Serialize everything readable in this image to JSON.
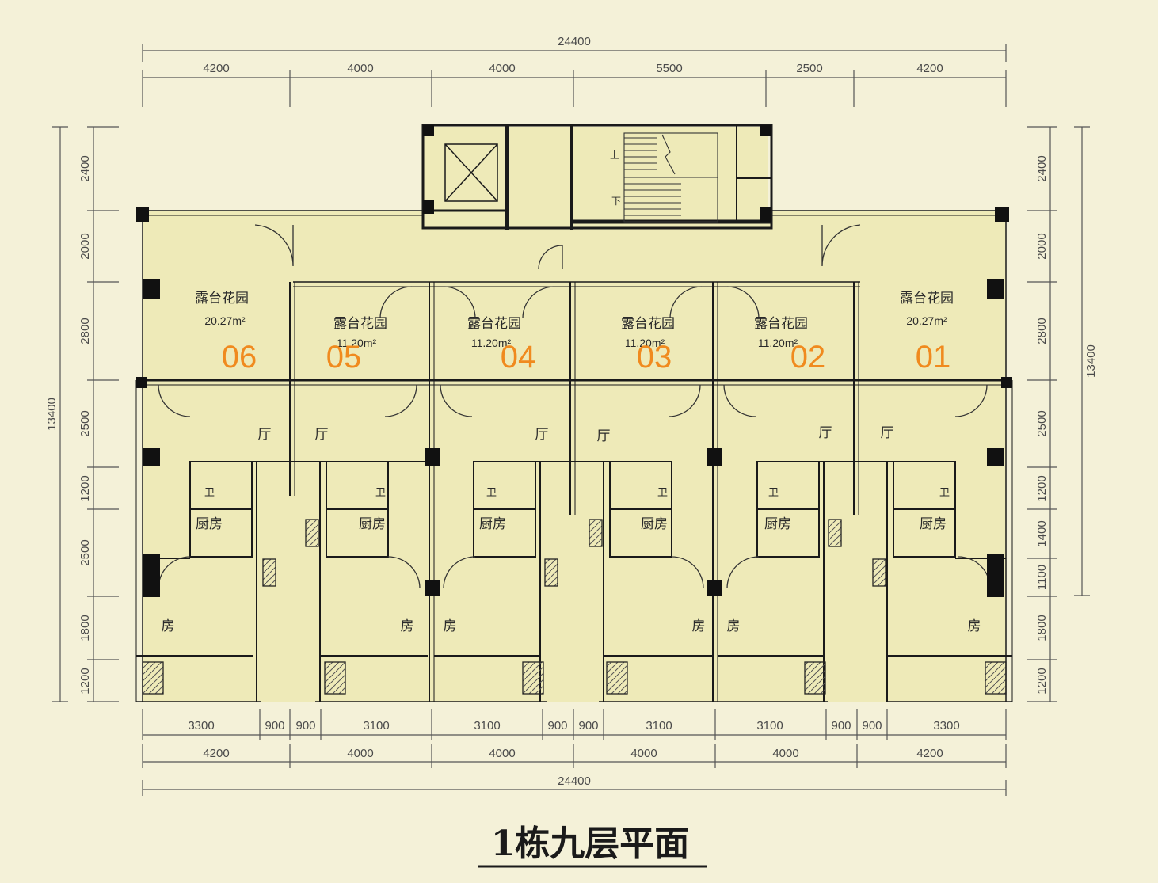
{
  "title": "1栋九层平面",
  "colors": {
    "unit_label": "#f08a1e",
    "wall": "#1a1a1a",
    "floor": "#eeeab8",
    "paper": "#f4f1d8"
  },
  "dims": {
    "top_total": "24400",
    "top_segments": [
      "4200",
      "4000",
      "4000",
      "5500",
      "2500",
      "4200"
    ],
    "bottom_fine": [
      "3300",
      "900",
      "900",
      "3100",
      "3100",
      "900",
      "900",
      "3100",
      "3100",
      "900",
      "900",
      "3300"
    ],
    "bottom_segments": [
      "4200",
      "4000",
      "4000",
      "4000",
      "4000",
      "4200"
    ],
    "bottom_total": "24400",
    "left_total": "13400",
    "left_segments": [
      "2400",
      "2000",
      "2800",
      "2500",
      "1200",
      "2500",
      "1800",
      "1200"
    ],
    "right_total": "13400",
    "right_segments": [
      "2400",
      "2000",
      "2800",
      "2500",
      "1200",
      "1400",
      "1100",
      "1800",
      "1200"
    ]
  },
  "units": [
    "06",
    "05",
    "04",
    "03",
    "02",
    "01"
  ],
  "terraces": [
    {
      "label": "露台花园",
      "area": "20.27m²"
    },
    {
      "label": "露台花园",
      "area": "11.20m²"
    },
    {
      "label": "露台花园",
      "area": "11.20m²"
    },
    {
      "label": "露台花园",
      "area": "11.20m²"
    },
    {
      "label": "露台花园",
      "area": "11.20m²"
    },
    {
      "label": "露台花园",
      "area": "20.27m²"
    }
  ],
  "rooms": {
    "hall": "厅",
    "bath": "卫",
    "kitchen": "厨房",
    "bedroom": "房"
  },
  "stairs": {
    "up": "上",
    "down": "下"
  }
}
